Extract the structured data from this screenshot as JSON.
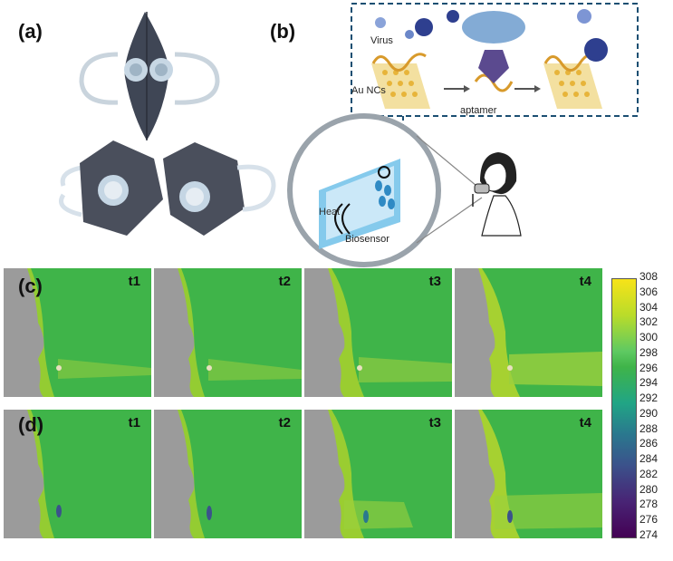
{
  "figure": {
    "panel_labels": {
      "a": "(a)",
      "b": "(b)",
      "c": "(c)",
      "d": "(d)"
    },
    "schematic": {
      "virus_label": "Virus",
      "au_label": "Au NCs",
      "aptamer_label": "aptamer",
      "heat_label": "Heat",
      "biosensor_label": "Biosensor"
    },
    "rows": [
      {
        "row": "c",
        "times": [
          "t1",
          "t2",
          "t3",
          "t4"
        ]
      },
      {
        "row": "d",
        "times": [
          "t1",
          "t2",
          "t3",
          "t4"
        ]
      }
    ],
    "colorbar": {
      "ticks": [
        "308",
        "306",
        "304",
        "302",
        "300",
        "298",
        "296",
        "294",
        "292",
        "290",
        "288",
        "286",
        "284",
        "282",
        "280",
        "278",
        "276",
        "274"
      ],
      "colors": [
        "#f7e318",
        "#b9dc2a",
        "#5ec962",
        "#21a585",
        "#2a788e",
        "#3b528b",
        "#482475",
        "#440154"
      ]
    }
  }
}
